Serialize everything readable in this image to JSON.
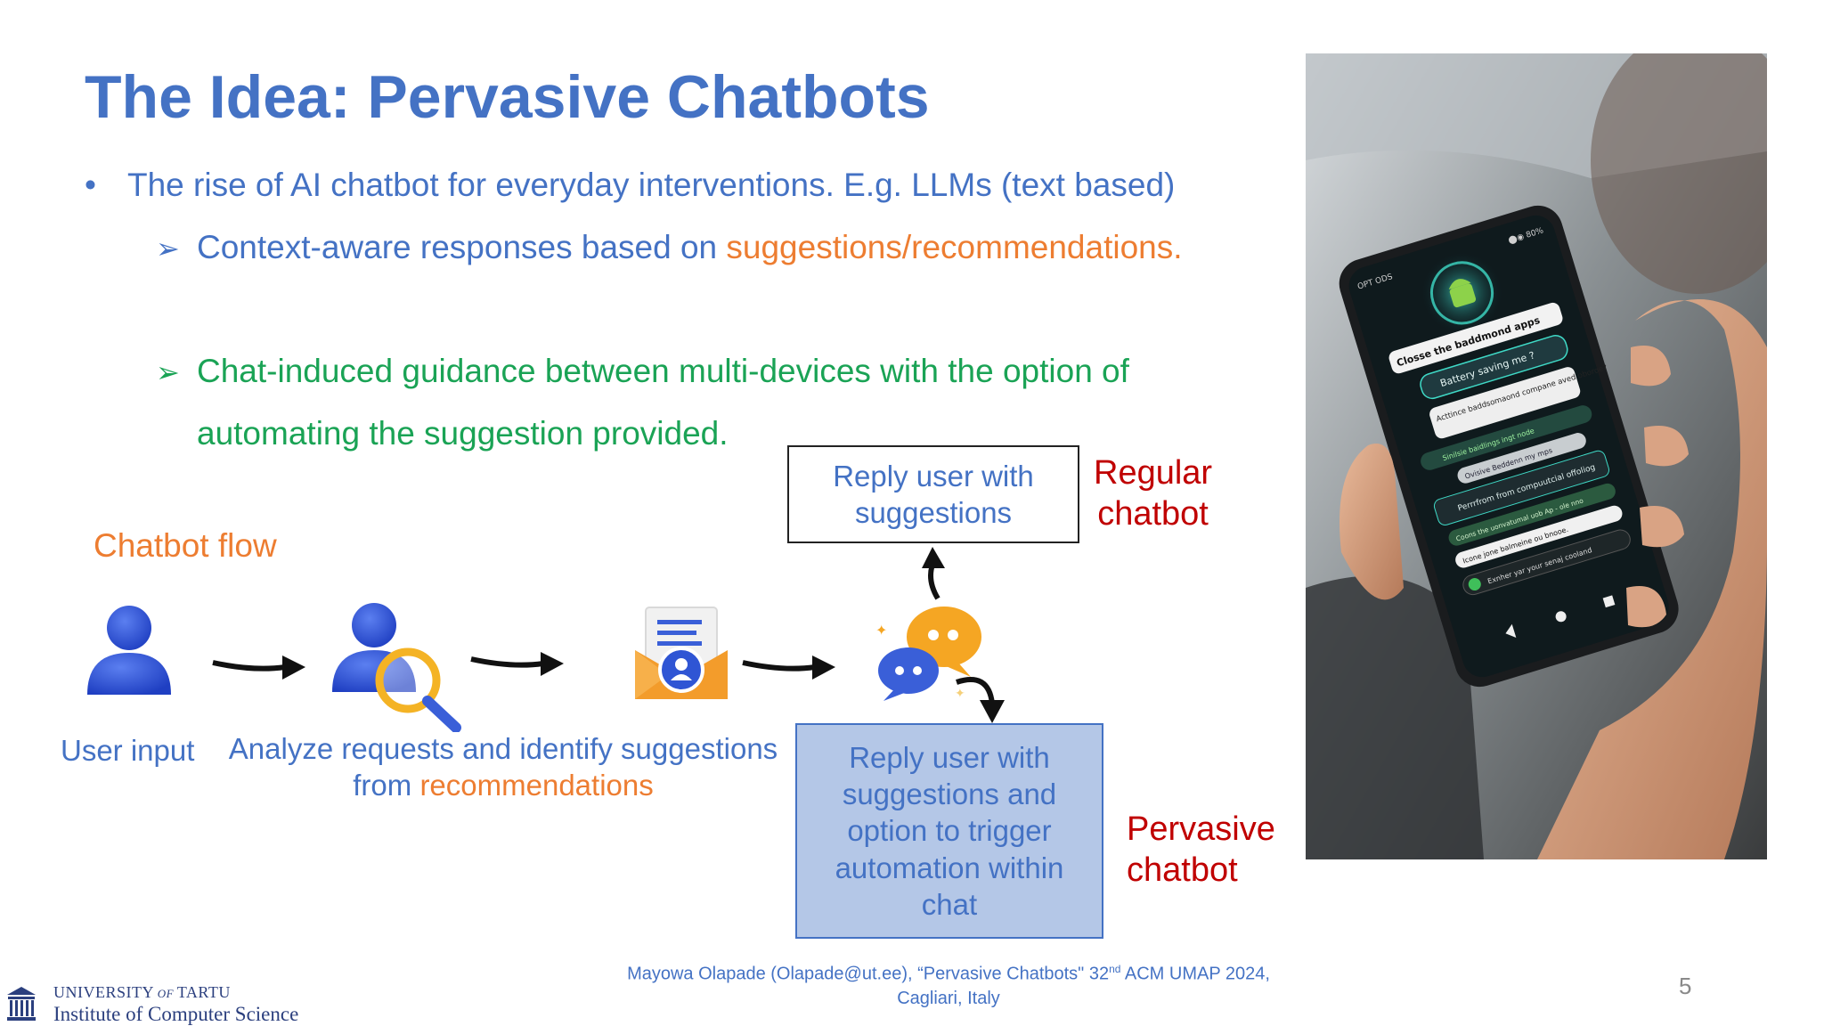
{
  "slide": {
    "title": "The Idea: Pervasive Chatbots",
    "bullets": {
      "main_marker": "•",
      "main": "The rise of AI chatbot for everyday interventions. E.g. LLMs (text based)",
      "sub_marker": "➢",
      "sub1_prefix": "Context-aware responses based on ",
      "sub1_highlight": "suggestions/recommendations.",
      "sub2_line1": "Chat-induced guidance between multi-devices with the option of",
      "sub2_line2": "automating the suggestion provided."
    }
  },
  "flow": {
    "title": "Chatbot flow",
    "icons": [
      "user-icon",
      "user-search-icon",
      "document-envelope-icon",
      "chat-bubbles-icon"
    ],
    "user_label": "User input",
    "analyze_line1": "Analyze requests and identify suggestions",
    "analyze_prefix": "from ",
    "analyze_highlight": "recommendations",
    "regular_box": "Reply user with\nsuggestions",
    "regular_label": "Regular\nchatbot",
    "pervasive_box": "Reply user with\nsuggestions and\noption to trigger\nautomation within\nchat",
    "pervasive_label": "Pervasive\nchatbot"
  },
  "photo": {
    "description_icon": "hand-holding-smartphone-photo",
    "phone_status_left": "OPT ODS",
    "phone_status_right": "⬤◉ 80%",
    "chat_lines": [
      "Closse the baddmond apps",
      "Battery saving me ?",
      "Acttince baddsomaond compane aved oboroe?",
      "Sinilsie baidlings ingt node",
      "Ovisive Beddenn my mps",
      "Perrrfrom from compuutcial offoliog",
      "Coons the uonvatumal uob Ap - ole nno",
      "Icone jone balmeine ou bnooe.",
      "Exnher yar your senaj cooland"
    ]
  },
  "footer": {
    "cite_line1_a": "Mayowa Olapade (Olapade@ut.ee), “Pervasive Chatbots\" 32",
    "cite_sup": "nd",
    "cite_line1_b": " ACM UMAP 2024,",
    "cite_line2": "Cagliari, Italy",
    "page_number": "5",
    "university_line1_a": "UNIVERSITY",
    "university_line1_of": " OF ",
    "university_line1_b": "TARTU",
    "university_line2": "Institute of Computer Science"
  },
  "colors": {
    "title_blue": "#4472c4",
    "green": "#1aa355",
    "orange": "#ed7d31",
    "red": "#c00000",
    "pervasive_box_fill": "#b4c7e7"
  }
}
